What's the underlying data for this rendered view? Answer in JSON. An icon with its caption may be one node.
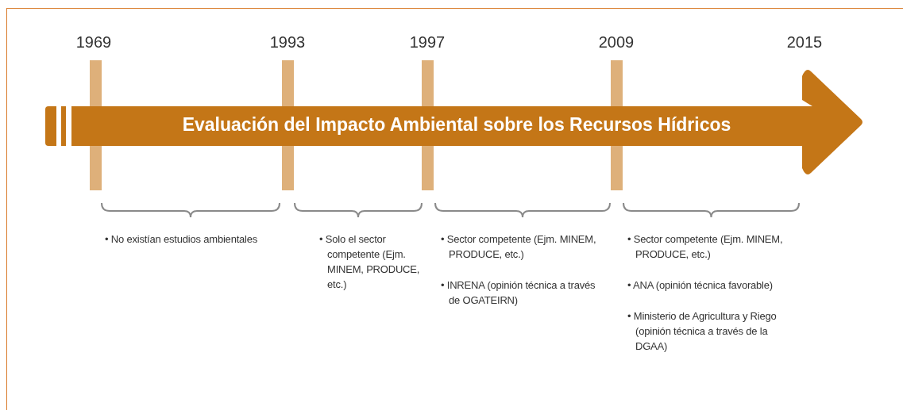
{
  "diagram": {
    "nodes": [
      {
        "text": [
          "Evaluación del Impacto Ambiental sobre los Recursos Hídricos"
        ]
      },
      {
        "text": [],
        "shape": "bar"
      },
      {
        "text": [],
        "shape": "bar"
      },
      {
        "text": [],
        "shape": "bar"
      },
      {
        "text": [],
        "shape": "bar"
      }
    ],
    "labels": [
      "1969",
      "1993",
      "1997",
      "2009",
      "2015",
      "• No existían estudios ambientales",
      "• Solo el sector competente (Ejm. MINEM, PRODUCE, etc.)",
      "• Sector competente (Ejm. MINEM, PRODUCE, etc.)",
      "• INRENA (opinión técnica a través de OGATEIRN)",
      "• Sector competente (Ejm. MINEM, PRODUCE, etc.)",
      "• ANA (opinión técnica favorable)",
      "• Ministerio de Agricultura y Riego (opinión técnica a través de la DGAA)"
    ]
  }
}
